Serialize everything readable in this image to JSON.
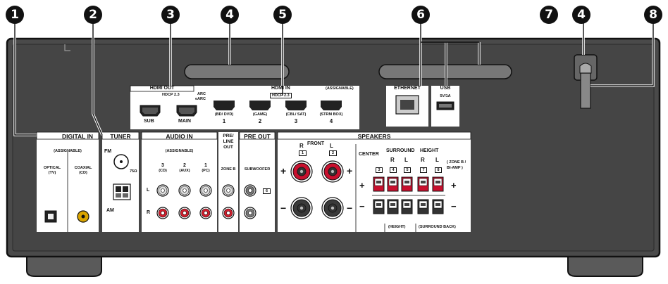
{
  "callouts": [
    "1",
    "2",
    "3",
    "4",
    "5",
    "6",
    "7",
    "4",
    "8"
  ],
  "hdmi_out": {
    "title": "HDMI OUT",
    "hdcp": "HDCP 2.3",
    "arc": "ARC",
    "earc": "eARC",
    "sub": "SUB",
    "main": "MAIN"
  },
  "hdmi_in": {
    "title": "HDMI IN",
    "hdcp": "HDCP 2.3",
    "assignable": "(ASSIGNABLE)",
    "ports": [
      {
        "name": "(BD/ DVD)",
        "num": "1"
      },
      {
        "name": "(GAME)",
        "num": "2"
      },
      {
        "name": "(CBL/ SAT)",
        "num": "3"
      },
      {
        "name": "(STRM BOX)",
        "num": "4"
      }
    ]
  },
  "ethernet": {
    "title": "ETHERNET"
  },
  "usb": {
    "title": "USB",
    "rating": "5V/1A"
  },
  "digital_in": {
    "title": "DIGITAL IN",
    "assignable": "(ASSIGNABLE)",
    "optical": "OPTICAL",
    "optical_sub": "(TV)",
    "coaxial": "COAXIAL",
    "coaxial_sub": "(CD)"
  },
  "tuner": {
    "title": "TUNER",
    "fm": "FM",
    "ohm": "75Ω",
    "am": "AM"
  },
  "audio_in": {
    "title": "AUDIO IN",
    "assignable": "(ASSIGNABLE)",
    "cols": [
      {
        "num": "3",
        "name": "(CD)"
      },
      {
        "num": "2",
        "name": "(AUX)"
      },
      {
        "num": "1",
        "name": "(PC)"
      }
    ],
    "l": "L",
    "r": "R"
  },
  "pre_line_out": {
    "title_1": "PRE/",
    "title_2": "LINE",
    "title_3": "OUT",
    "zone": "ZONE B"
  },
  "pre_out": {
    "title": "PRE OUT",
    "subwoofer": "SUBWOOFER",
    "badge": "6"
  },
  "speakers": {
    "title": "SPEAKERS",
    "front": "FRONT",
    "front_r": "R",
    "front_l": "L",
    "front_r_num": "1",
    "front_l_num": "2",
    "center": "CENTER",
    "center_num": "3",
    "surround": "SURROUND",
    "surround_r": "R",
    "surround_l": "L",
    "surround_r_num": "4",
    "surround_l_num": "5",
    "height": "HEIGHT",
    "height_r": "R",
    "height_l": "L",
    "height_r_num": "7",
    "height_l_num": "8",
    "zone_b": "( ZONE B /",
    "bi_amp": "BI-AMP )",
    "plus": "+",
    "minus": "−",
    "foot_height": "(HEIGHT)",
    "foot_surround_back": "(SURROUND BACK)"
  }
}
